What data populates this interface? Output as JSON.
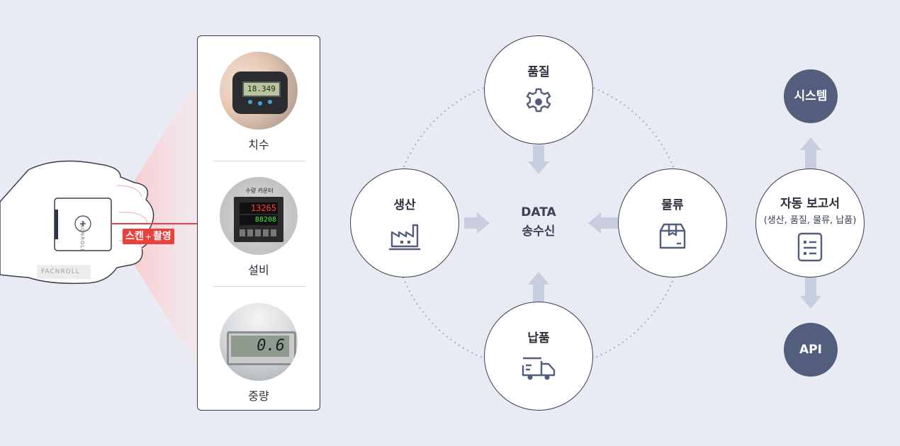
{
  "scanner": {
    "brand_side": "FACNROLL",
    "brand_front": "FACNROLL",
    "badge_scan": "스캔",
    "badge_plus": "+",
    "badge_capture": "촬영"
  },
  "panel": {
    "items": [
      {
        "label": "치수",
        "display": "18.349"
      },
      {
        "label": "설비",
        "display_top": "13265",
        "display_bottom": "88208",
        "header": "수량 카운터"
      },
      {
        "label": "중량",
        "display": "0.6"
      }
    ]
  },
  "cycle": {
    "center_line1": "DATA",
    "center_line2": "송수신",
    "top": {
      "label": "품질",
      "icon": "gear-icon"
    },
    "left": {
      "label": "생산",
      "icon": "factory-icon"
    },
    "right": {
      "label": "물류",
      "icon": "box-icon"
    },
    "bottom": {
      "label": "납품",
      "icon": "truck-icon"
    }
  },
  "report": {
    "title": "자동 보고서",
    "subtitle": "(생산, 품질, 물류, 납품)",
    "icon": "document-icon",
    "system_label": "시스템",
    "api_label": "API"
  },
  "colors": {
    "dark_node": "#535d7e",
    "arrow": "#c9cde0",
    "scan_red": "#e8413e",
    "dotted": "#a9aec2"
  }
}
